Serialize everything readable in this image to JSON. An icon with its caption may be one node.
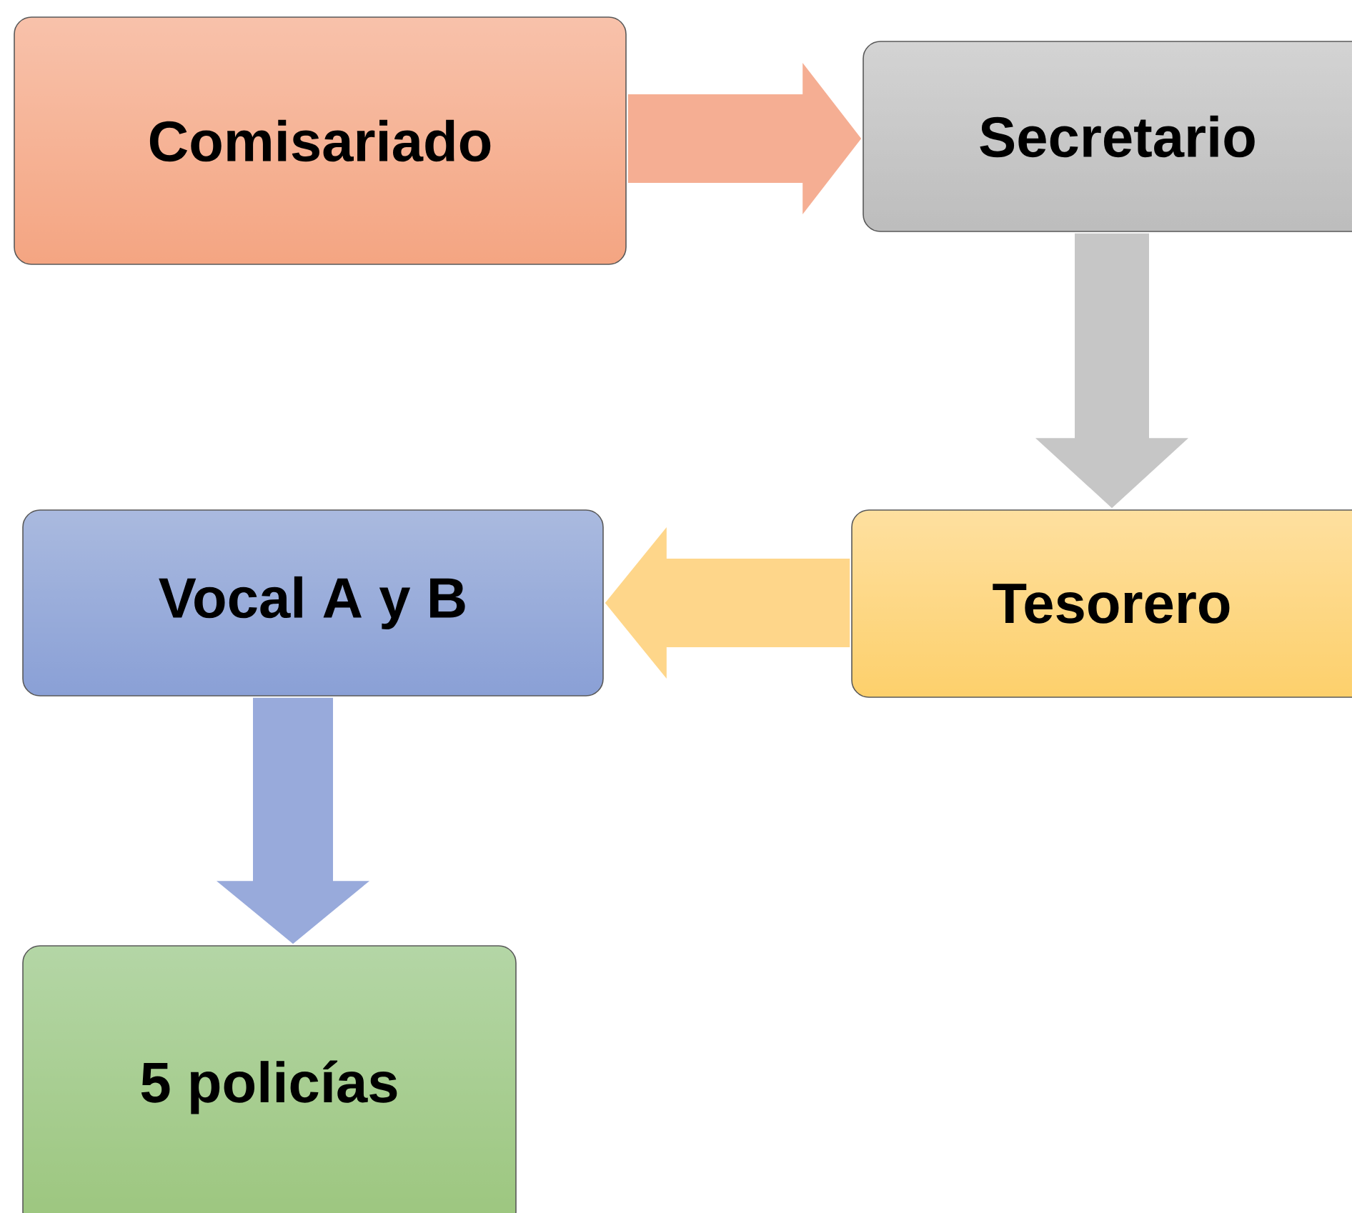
{
  "diagram": {
    "nodes": [
      {
        "text": [
          "Comisariado"
        ]
      },
      {
        "text": [
          "Secretario"
        ]
      },
      {
        "text": [
          "Tesorero"
        ]
      },
      {
        "text": [
          "Vocal A y B"
        ]
      },
      {
        "text": [
          "5 policías"
        ]
      }
    ],
    "edges": [
      {
        "from": 0,
        "to": 1,
        "arrow": "to",
        "style": "thick",
        "color": "#f5ae93"
      },
      {
        "from": 1,
        "to": 2,
        "arrow": "to",
        "style": "thick",
        "color": "#c6c6c6"
      },
      {
        "from": 2,
        "to": 3,
        "arrow": "to",
        "style": "thick",
        "color": "#fed68a"
      },
      {
        "from": 3,
        "to": 4,
        "arrow": "to",
        "style": "thick",
        "color": "#98aadb"
      }
    ]
  }
}
